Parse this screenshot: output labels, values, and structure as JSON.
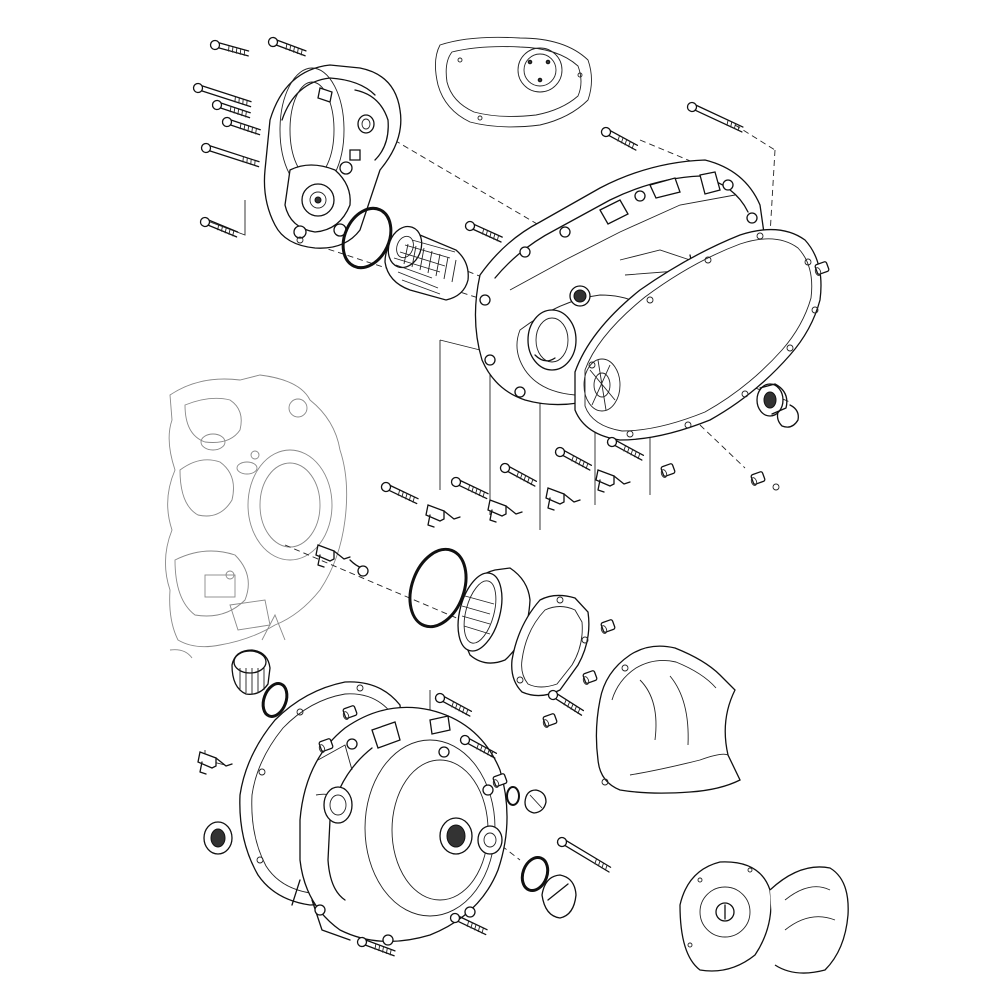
{
  "diagram": {
    "background": "#ffffff",
    "line_color": "#111111",
    "ghost_line_color": "#888888",
    "parts": [
      "engine-case-ghost",
      "clutch-cover-upper",
      "oil-pump-cover",
      "oil-filter-element",
      "o-ring",
      "clutch-cover-gasket",
      "oil-seal",
      "circlip",
      "crankcase-cover-bolt",
      "wire-clamp",
      "pulser-cover",
      "pulser-cover-gasket",
      "pulser-cover-outer",
      "generator-cover",
      "generator-cover-gasket",
      "oil-filler-cap",
      "timing-inspection-plug",
      "dowel-pin",
      "inset-view-clutch-cover",
      "inset-view-generator-cover"
    ]
  }
}
